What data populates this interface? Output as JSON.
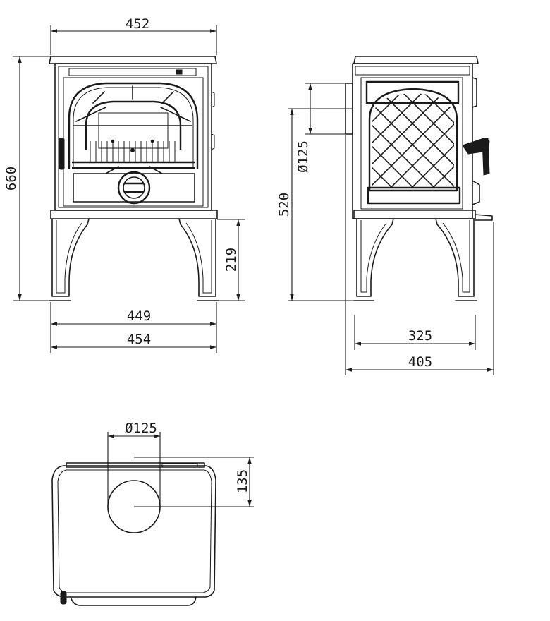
{
  "front_view": {
    "top_width": "452",
    "height": "660",
    "leg_height": "219",
    "base_inner_width": "449",
    "base_outer_width": "454"
  },
  "side_view": {
    "flue_diameter": "Ø125",
    "flue_height": "520",
    "leg_span": "325",
    "depth": "405"
  },
  "top_view": {
    "flue_diameter": "Ø125",
    "flue_offset": "135"
  }
}
